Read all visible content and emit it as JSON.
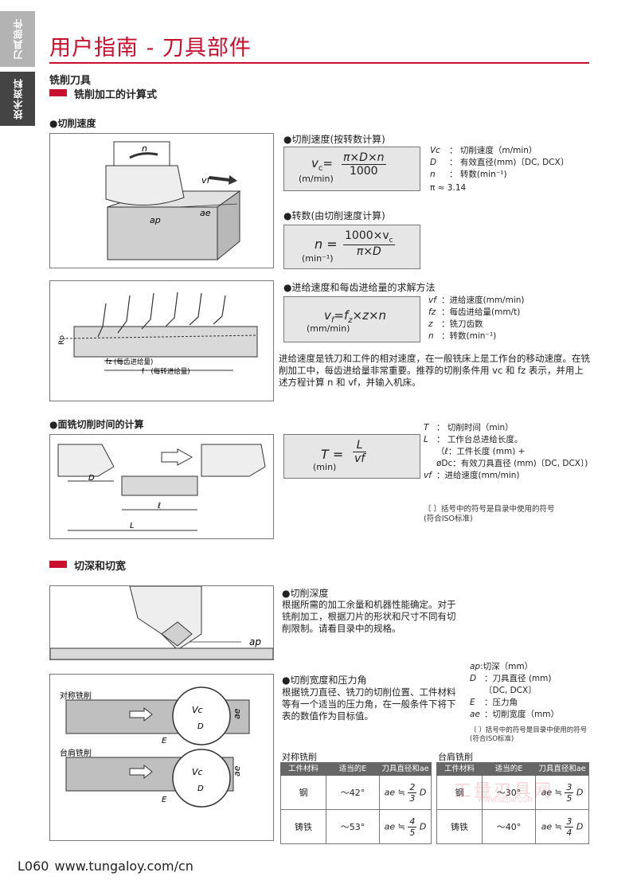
{
  "side_tabs": [
    "刀具部件",
    "技术资料"
  ],
  "header": {
    "title": "用户指南 - 刀具部件"
  },
  "section": {
    "title": "铣削刀具",
    "subtitle": "铣削加工的计算式"
  },
  "cutting_speed": {
    "heading": "●切削速度",
    "formula1_title": "●切削速度(按转数计算)",
    "formula1": {
      "lhs": "v",
      "lhs_sub": "c",
      "numerator": "π×D×n",
      "denominator": "1000",
      "unit": "(m/min)"
    },
    "symbols": [
      {
        "sym": "Vc",
        "desc": "：  切削速度（m/min）"
      },
      {
        "sym": "D",
        "desc": "：  有效直径(mm)〔DC, DCX〕"
      },
      {
        "sym": "n",
        "desc": "：  转数(min⁻¹)"
      }
    ],
    "pi": "π ≈ 3.14",
    "formula2_title": "●转数(由切削速度计算)",
    "formula2": {
      "lhs": "n",
      "numerator": "1000×v",
      "num_sub": "c",
      "denominator": "π×D",
      "unit": "(min⁻¹)"
    },
    "diagram": {
      "n": "n",
      "vf": "vf",
      "ae": "ae",
      "ap": "ap"
    }
  },
  "feed": {
    "title": "●进给速度和每齿进给量的求解方法",
    "formula": {
      "lhs": "v",
      "lhs_sub": "f",
      "rhs": "=f",
      "rhs_sub": "z",
      "rhs2": "×z×n",
      "unit": "(mm/min)"
    },
    "symbols": [
      {
        "sym": "vf",
        "desc": "：进给速度(mm/min)"
      },
      {
        "sym": "fz",
        "desc": "：每齿进给量(mm/t)"
      },
      {
        "sym": "z",
        "desc": "：铣刀齿数"
      },
      {
        "sym": "n",
        "desc": "：转数(min⁻¹)"
      }
    ],
    "paragraph": "进给速度是铣刀和工件的相对速度，在一般铣床上是工作台的移动速度。在铣削加工中，每齿进给量非常重要。推荐的切削条件用 vc 和 fz 表示，并用上述方程计算 n 和 vf，并输入机床。",
    "diagram": {
      "rp": "Rp",
      "fz_label": "fz (每齿进给量)",
      "f_label": "f　(每转进给量)"
    }
  },
  "face_time": {
    "heading": "●面铣切削时间的计算",
    "formula": {
      "lhs": "T",
      "numerator": "L",
      "denominator": "vf",
      "unit": "(min)"
    },
    "symbols": [
      {
        "sym": "T",
        "desc": "：  切削时间（min）"
      },
      {
        "sym": "L",
        "desc": "：  工作台总进给长度。"
      },
      {
        "sym": "",
        "desc": "（ℓ：工件长度 (mm) +"
      },
      {
        "sym": "",
        "desc": "øDc：有效刀具直径 (mm)〔DC, DCX〕)"
      },
      {
        "sym": "vf",
        "desc": "：进给速度(mm/min)"
      }
    ],
    "note1": "〔 〕括号中的符号是目录中使用的符号",
    "note2": "(符合ISO标准)",
    "diagram": {
      "D": "D",
      "l": "ℓ",
      "L": "L"
    }
  },
  "depth_width": {
    "title": "切深和切宽",
    "depth_title": "●切削深度",
    "depth_text": "根据所需的加工余量和机器性能确定。对于铣削加工，根据刀片的形状和尺寸不同有切削限制。请看目录中的规格。",
    "width_title": "●切削宽度和压力角",
    "width_text": "根据铣刀直径、铣刀的切削位置、工件材料等有一个适当的压力角，在一般条件下将下表的数值作为目标值。",
    "symbols": [
      {
        "sym": "ap",
        "desc": ":切深（mm）"
      },
      {
        "sym": "D",
        "desc": "：刀具直径 (mm)"
      },
      {
        "sym": "",
        "desc": "〔DC, DCX〕"
      },
      {
        "sym": "E",
        "desc": "：压力角"
      },
      {
        "sym": "ae",
        "desc": "：切削宽度（mm）"
      }
    ],
    "note1": "〔 〕括号中的符号是目录中使用的符号",
    "note2": "(符合ISO标准)",
    "diagram": {
      "ap": "ap",
      "sym_label": "对称铣削",
      "shoulder_label": "台肩铣削",
      "vc": "Vc",
      "D": "D",
      "E": "E",
      "ae": "ae"
    }
  },
  "table_sym": {
    "title": "对称铣削",
    "headers": [
      "工件材料",
      "适当的E",
      "刀具直径和ae"
    ],
    "rows": [
      {
        "material": "钢",
        "angle": "～42°",
        "ratio_n": "2",
        "ratio_d": "3"
      },
      {
        "material": "铸铁",
        "angle": "～53°",
        "ratio_n": "4",
        "ratio_d": "5"
      }
    ]
  },
  "table_shoulder": {
    "title": "台肩铣削",
    "headers": [
      "工件材料",
      "适当的E",
      "刀具直径和ae"
    ],
    "rows": [
      {
        "material": "钢",
        "angle": "～30°",
        "ratio_n": "3",
        "ratio_d": "5"
      },
      {
        "material": "铸铁",
        "angle": "～40°",
        "ratio_n": "3",
        "ratio_d": "4"
      }
    ]
  },
  "ratio_prefix": "ae ≒",
  "ratio_suffix": "D",
  "watermark": {
    "text": "工量刃具网",
    "url": "WWW.GLJJW.COM"
  },
  "footer": {
    "page": "L060",
    "url": "www.tungaloy.com/cn"
  },
  "colors": {
    "accent": "#c8102e",
    "tab_grey": "#b3b3b3",
    "tab_dark": "#444444"
  }
}
